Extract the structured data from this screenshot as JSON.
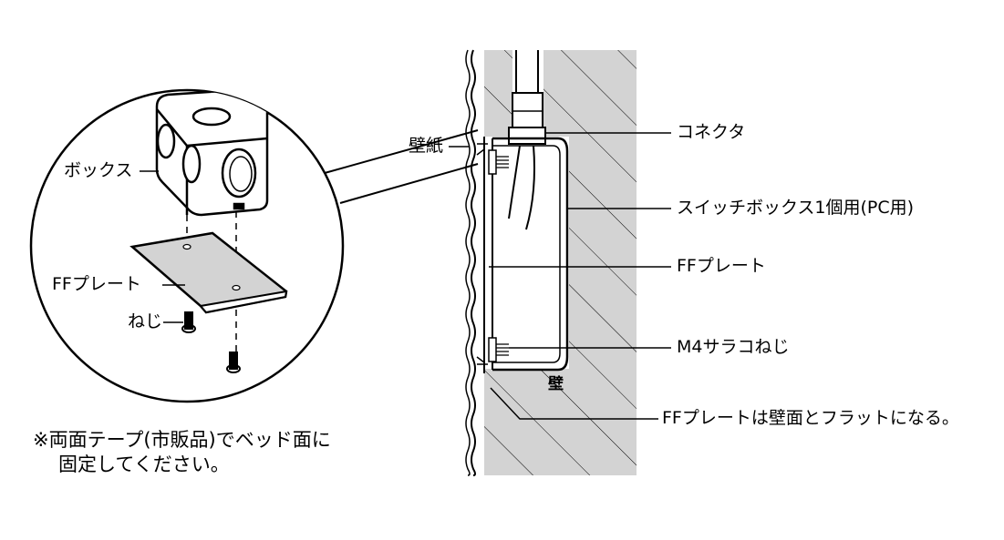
{
  "labels": {
    "box": "ボックス",
    "ff_plate_left": "FFプレート",
    "screw": "ねじ",
    "wallpaper": "壁紙",
    "connector": "コネクタ",
    "switch_box": "スイッチボックス1個用(PC用)",
    "ff_plate_right": "FFプレート",
    "m4_screw": "M4サラコねじ",
    "wall": "壁",
    "flush_note": "FFプレートは壁面とフラットになる。"
  },
  "note": {
    "line1": "※両面テープ(市販品)でベッド面に",
    "line2": "固定してください。"
  },
  "colors": {
    "wall_fill": "#d3d3d3",
    "line": "#000000",
    "background": "#ffffff"
  }
}
